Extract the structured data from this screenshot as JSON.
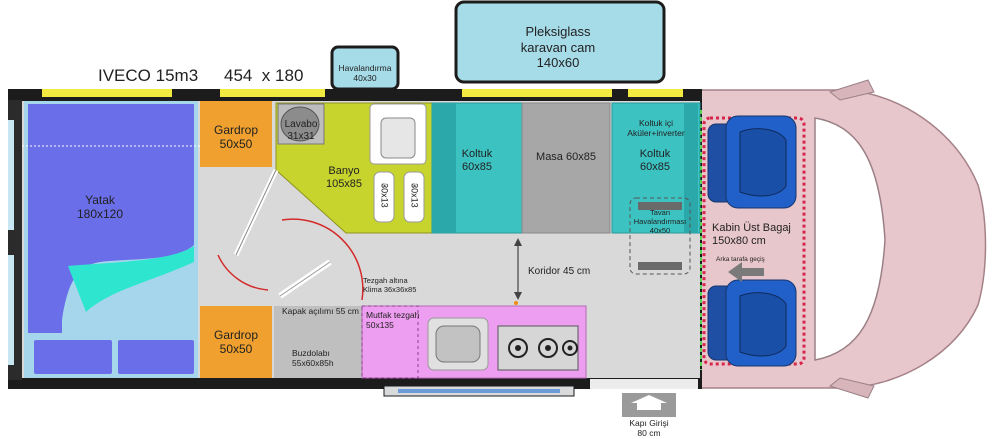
{
  "title": "IVECO 15m3",
  "dimensions": "454  x 180",
  "rooms": {
    "skylight": "Pleksiglass\nkaravan cam\n140x60",
    "roof_vent": "Havalandırma\n40x30",
    "bed": "Yatak\n180x120",
    "wardrobe_top": "Gardrop\n50x50",
    "wardrobe_bottom": "Gardrop\n50x50",
    "sink": "Lavabo\n31x31",
    "bathroom": "Banyo\n105x85",
    "shower_left": "30x13",
    "shower_right": "30x13",
    "seat_left": "Koltuk\n60x85",
    "table": "Masa 60x85",
    "seat_right_note": "Koltuk içi\nAküler+inverter",
    "seat_right": "Koltuk\n60x85",
    "ceiling_vent": "Tavan\nHavalandırması\n40x50",
    "cabin_storage": "Kabin Üst Bagaj\n150x80 cm",
    "rear_passage": "Arka tarafa geçiş",
    "corridor": "Koridor 45 cm",
    "ac_note": "Tezgah altına\nKlima 36x36x85",
    "door_opening": "Kapak açılımı 55 cm",
    "kitchen_counter": "Mutfak tezgah\n50x135",
    "fridge": "Buzdolabı\n55x60x85h",
    "entrance": "Kapı Girişi\n80 cm"
  },
  "colors": {
    "bed": "#6a6ee8",
    "bed_light": "#a6d6ec",
    "teal_accent": "#2ee6d0",
    "wardrobe": "#efa02e",
    "bathroom": "#c8d42e",
    "seat": "#3dc2c2",
    "table": "#a7a7a7",
    "kitchen": "#ee9ef0",
    "skylight": "#a6dbe8",
    "cab": "#e8c7cc",
    "cab_seat": "#2160c8",
    "window_strip": "#f2ea40"
  }
}
